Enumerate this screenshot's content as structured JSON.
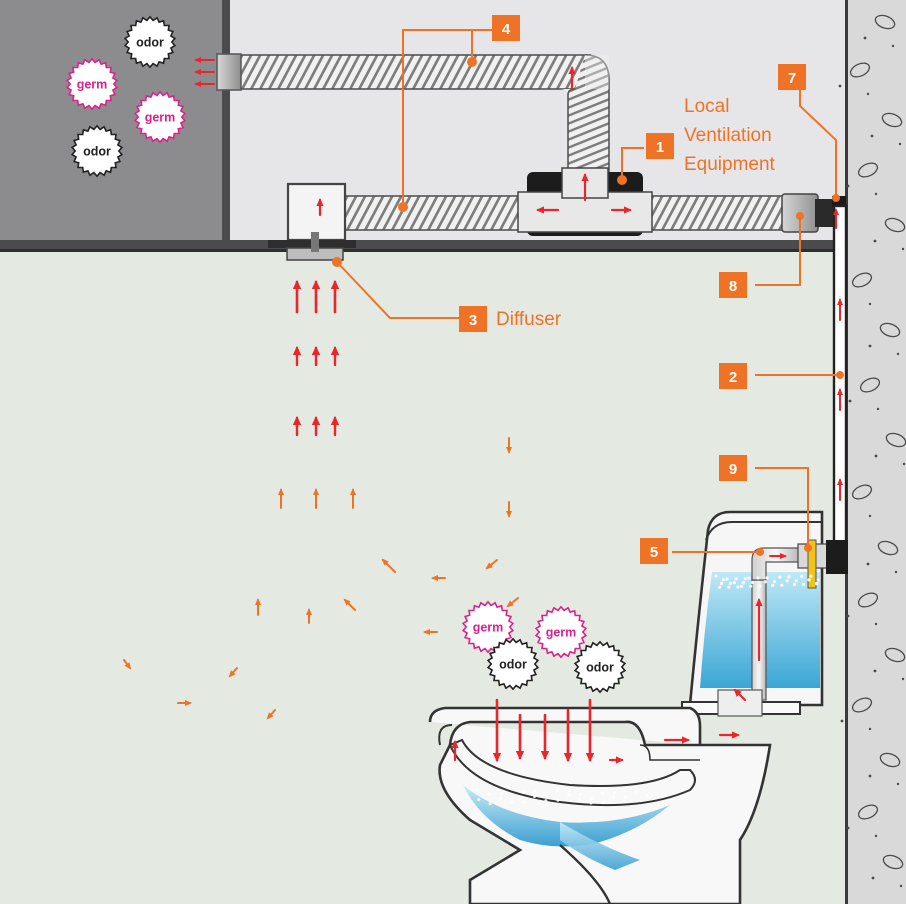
{
  "colors": {
    "accent": "#EE7326",
    "arrow_red": "#E8262B",
    "germ": "#D9238C",
    "odor": "#222222",
    "room_wall": "#E5EAE2",
    "ceiling_space": "#E6E6E8",
    "dark_space": "#8A8A8C",
    "water": "#6EC7E8"
  },
  "callouts": {
    "equipment_label": "Local Ventilation Equipment",
    "equipment_lines": [
      "Local",
      "Ventilation",
      "Equipment"
    ],
    "diffuser_label": "Diffuser"
  },
  "badges": [
    {
      "number": "1",
      "part": "local-ventilation-equipment"
    },
    {
      "number": "2",
      "part": "vertical-vent-pipe"
    },
    {
      "number": "3",
      "part": "diffuser"
    },
    {
      "number": "4",
      "part": "flexible-duct"
    },
    {
      "number": "5",
      "part": "tank-elbow-fitting"
    },
    {
      "number": "7",
      "part": "wall-connection"
    },
    {
      "number": "8",
      "part": "duct-end-cap"
    },
    {
      "number": "9",
      "part": "tank-wall-fitting"
    }
  ],
  "bubbles": [
    {
      "word": "odor",
      "kind": "odor"
    },
    {
      "word": "germ",
      "kind": "germ"
    },
    {
      "word": "germ",
      "kind": "germ"
    },
    {
      "word": "odor",
      "kind": "odor"
    },
    {
      "word": "germ",
      "kind": "germ"
    },
    {
      "word": "germ",
      "kind": "germ"
    },
    {
      "word": "odor",
      "kind": "odor"
    },
    {
      "word": "odor",
      "kind": "odor"
    }
  ],
  "icons": [
    "airflow-arrow-icon",
    "odor-cloud-icon",
    "germ-cloud-icon",
    "fan-unit-icon"
  ]
}
